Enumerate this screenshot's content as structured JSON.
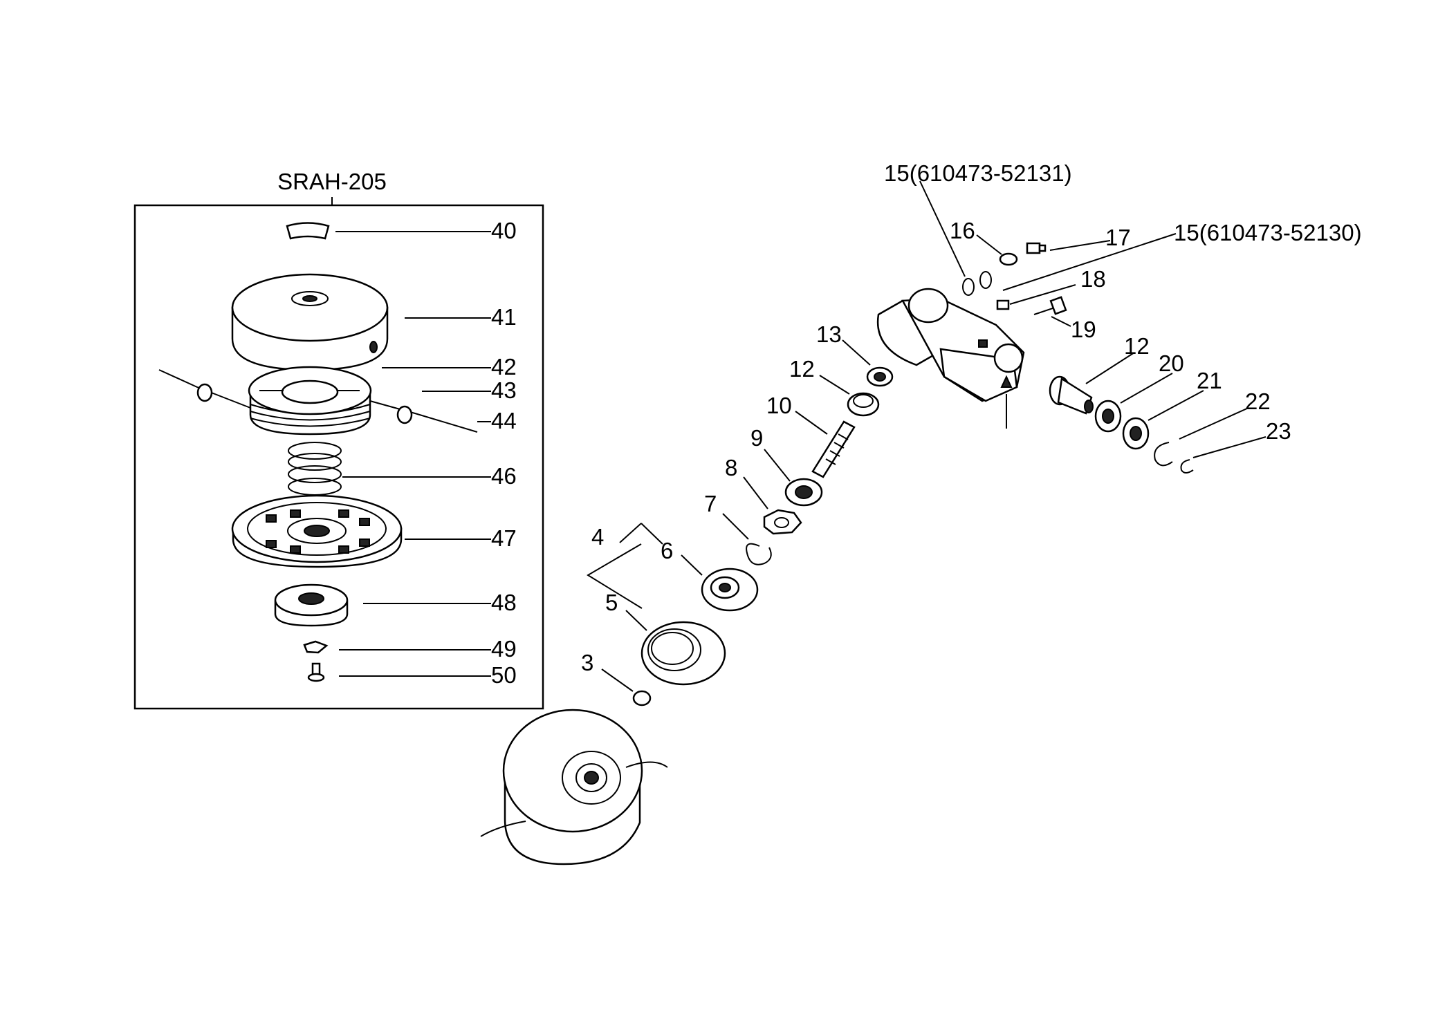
{
  "diagram": {
    "assembly_title": "SRAH-205",
    "labels": {
      "p40": "40",
      "p41": "41",
      "p42": "42",
      "p43": "43",
      "p44": "44",
      "p46": "46",
      "p47": "47",
      "p48": "48",
      "p49": "49",
      "p50": "50",
      "p15a": "15(610473-52131)",
      "p15b": "15(610473-52130)",
      "p16": "16",
      "p17": "17",
      "p18": "18",
      "p19": "19",
      "p13": "13",
      "p12a": "12",
      "p10": "10",
      "p9": "9",
      "p8": "8",
      "p7": "7",
      "p4": "4",
      "p6": "6",
      "p5": "5",
      "p3": "3",
      "p12b": "12",
      "p20": "20",
      "p21": "21",
      "p22": "22",
      "p23": "23"
    }
  }
}
